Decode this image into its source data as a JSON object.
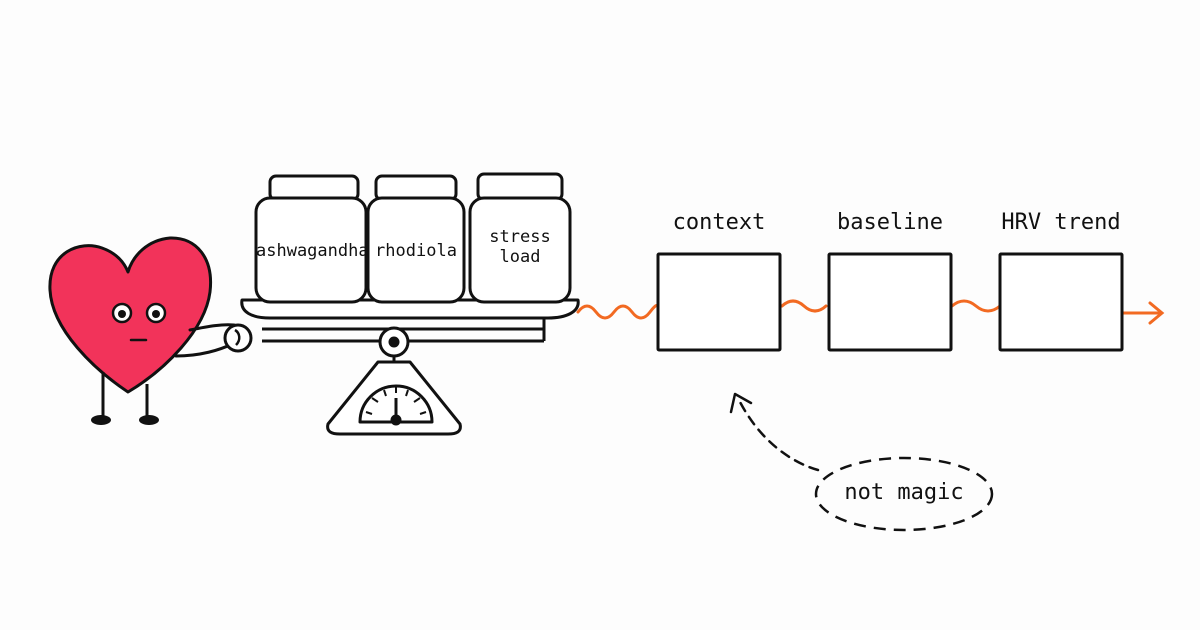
{
  "jars": [
    {
      "label": "ashwagandha"
    },
    {
      "label": "rhodiola"
    },
    {
      "label": "stress\nload"
    }
  ],
  "steps": [
    {
      "label": "context"
    },
    {
      "label": "baseline"
    },
    {
      "label": "HRV trend"
    }
  ],
  "note": {
    "label": "not magic"
  },
  "colors": {
    "ink": "#111111",
    "heart": "#f2335a",
    "accent": "#f26a22",
    "paper": "#fdfdfd"
  }
}
